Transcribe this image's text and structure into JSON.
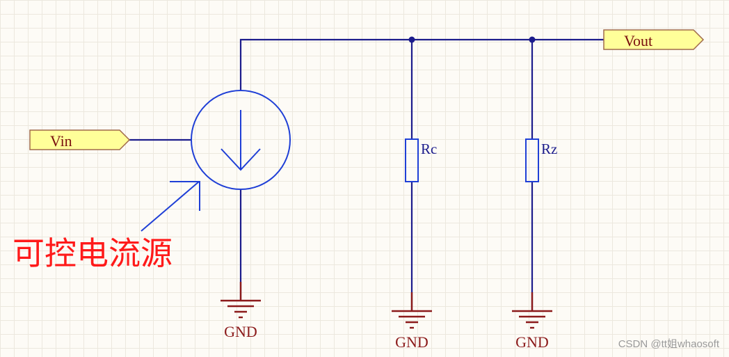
{
  "ports": {
    "input": "Vin",
    "output": "Vout"
  },
  "components": {
    "resistor_1": "Rc",
    "resistor_2": "Rz"
  },
  "ground_label": "GND",
  "annotation": "可控电流源",
  "watermark": "CSDN @tt姐whaosoft",
  "colors": {
    "wire": "#1c1c8c",
    "symbol": "#1f3fd6",
    "ground": "#8b1a1a",
    "port_fill": "#ffff99",
    "port_text": "#7a0f0f",
    "annotation": "#ff1a1a"
  }
}
